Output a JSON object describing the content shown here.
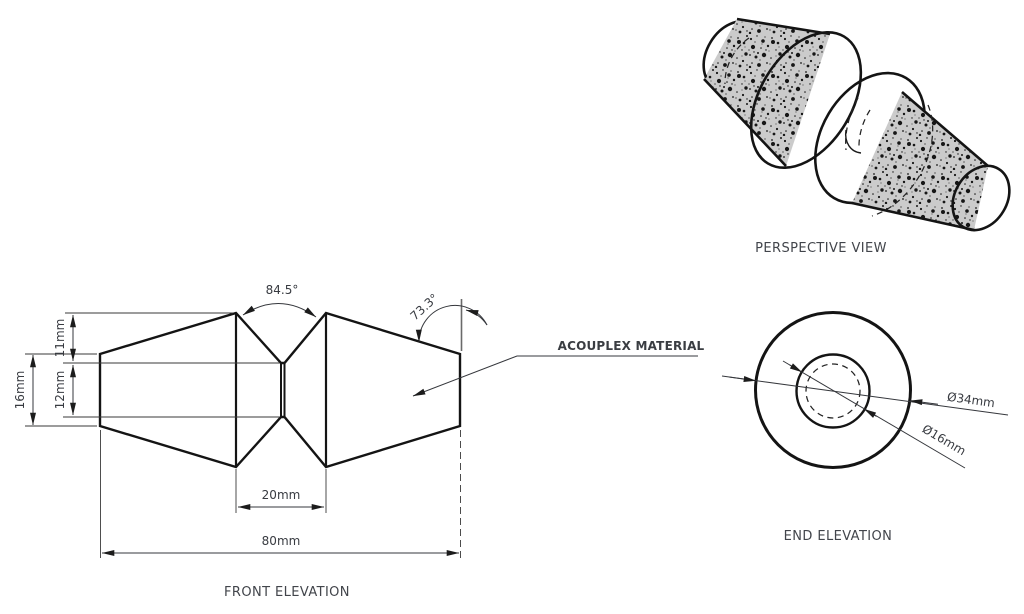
{
  "colors": {
    "material_fill": "#cbcbcb",
    "speckle": "#161616",
    "outline": "#141414",
    "dimension_line": "#35373c",
    "text": "#3b3e44",
    "background": "#ffffff"
  },
  "views": {
    "perspective": {
      "label": "PERSPECTIVE VIEW"
    },
    "front": {
      "label": "FRONT ELEVATION",
      "callout": "ACOUPLEX MATERIAL",
      "dims": {
        "notch_angle": "84.5°",
        "taper_angle": "73.3°",
        "upper_height": "11mm",
        "waist_height": "12mm",
        "end_height": "16mm",
        "center_width": "20mm",
        "overall_width": "80mm"
      }
    },
    "end": {
      "label": "END ELEVATION",
      "dims": {
        "outer_diameter": "Ø34mm",
        "inner_diameter": "Ø16mm"
      }
    }
  }
}
